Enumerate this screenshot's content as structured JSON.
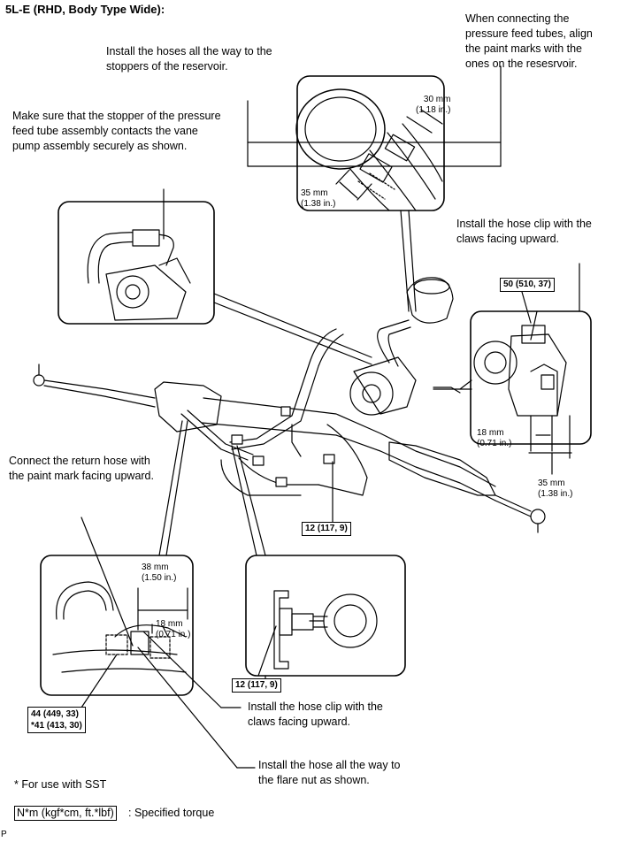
{
  "title": "5L-E (RHD, Body Type Wide):",
  "notes": {
    "paint_marks": [
      "When connecting the",
      "pressure feed tubes, align",
      "the paint marks with the",
      "ones on the resesrvoir."
    ],
    "install_hoses": [
      "Install the hoses all the way to the",
      "stoppers of the reservoir."
    ],
    "stopper": [
      "Make sure that the stopper of the pressure",
      "feed tube assembly contacts the vane",
      "pump assembly securely as shown."
    ],
    "hose_clip_upper": [
      "Install the hose clip with the",
      "claws facing upward."
    ],
    "return_hose": [
      "Connect the return hose with",
      "the paint mark facing upward."
    ],
    "hose_clip_lower": [
      "Install the hose clip with the",
      "claws facing upward."
    ],
    "flare_nut": [
      "Install the hose all the way to",
      "the flare nut as shown."
    ]
  },
  "dimensions": {
    "d30": [
      "30 mm",
      "(1.18 in.)"
    ],
    "d35_top": [
      "35 mm",
      "(1.38 in.)"
    ],
    "d18_right": [
      "18 mm",
      "(0.71 in.)"
    ],
    "d35_right": [
      "35 mm",
      "(1.38 in.)"
    ],
    "d38": [
      "38 mm",
      "(1.50 in.)"
    ],
    "d18_lower": [
      "18 mm",
      "(0.71 in.)"
    ]
  },
  "torques": {
    "t50": "50 (510, 37)",
    "t12_center": "12 (117, 9)",
    "t12_inset": "12 (117, 9)",
    "t44": "44 (449, 33)",
    "t41": "*41 (413, 30)"
  },
  "footnote": "* For use with SST",
  "legend": {
    "unit": "N*m (kgf*cm, ft.*lbf)",
    "desc": ": Specified torque"
  },
  "corner_mark": "P"
}
